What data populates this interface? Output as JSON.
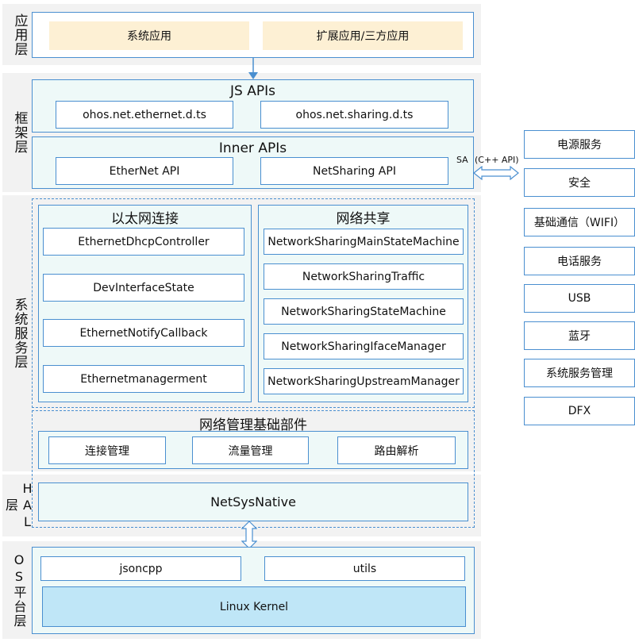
{
  "layers": {
    "app": "应用层",
    "framework": "框架层",
    "service": "系统服务层",
    "hal": "HAL层",
    "os": "OS平台层"
  },
  "app_boxes": [
    "系统应用",
    "扩展应用/三方应用"
  ],
  "js_apis": {
    "title": "JS APIs",
    "items": [
      "ohos.net.ethernet.d.ts",
      "ohos.net.sharing.d.ts"
    ]
  },
  "inner_apis": {
    "title": "Inner APIs",
    "items": [
      "EtherNet API",
      "NetSharing API"
    ]
  },
  "sa_label": "SA",
  "cpp_api_label": "(C++ API)",
  "ethernet": {
    "title": "以太网连接",
    "items": [
      "EthernetDhcpController",
      "DevInterfaceState",
      "EthernetNotifyCallback",
      "Ethernetmanagerment"
    ]
  },
  "sharing": {
    "title": "网络共享",
    "items": [
      "NetworkSharingMainStateMachine",
      "NetworkSharingTraffic",
      "NetworkSharingStateMachine",
      "NetworkSharingIfaceManager",
      "NetworkSharingUpstreamManager"
    ]
  },
  "net_base": {
    "title": "网络管理基础部件",
    "items": [
      "连接管理",
      "流量管理",
      "路由解析"
    ]
  },
  "netsys": "NetSysNative",
  "os": {
    "items": [
      "jsoncpp",
      "utils"
    ],
    "kernel": "Linux Kernel"
  },
  "side_services": [
    "电源服务",
    "安全",
    "基础通信（WIFI）",
    "电话服务",
    "USB",
    "蓝牙",
    "系统服务管理",
    "DFX"
  ],
  "colors": {
    "border": "#4a8fd0",
    "layer_bg": "#f2f2f2",
    "panel_bg": "#eef9f8",
    "app_bg": "#fdf0d4",
    "kernel_bg": "#bfe6f7"
  }
}
